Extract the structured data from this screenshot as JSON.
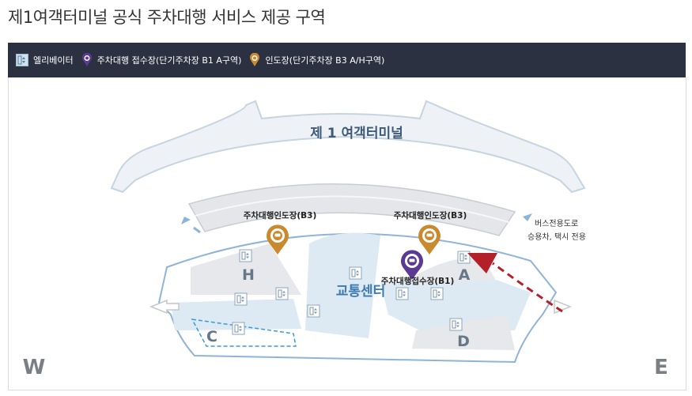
{
  "page_title": "제1여객터미널 공식 주차대행 서비스 제공 구역",
  "legend": {
    "elevator": "엘리베이터",
    "reception": "주차대행 접수장(단기주차장 B1 A구역)",
    "handover": "인도장(단기주차장 B3 A/H구역)"
  },
  "map": {
    "terminal_label": "제 1 여객터미널",
    "transport_center": "교통센터",
    "handover_left": "주차대행인도장(B3)",
    "handover_right": "주차대행인도장(B3)",
    "reception_label": "주차대행접수장(B1)",
    "bus_road_line1": "버스전용도로",
    "bus_road_line2": "승용차, 택시 전용",
    "zones": {
      "h": "H",
      "a": "A",
      "c": "C",
      "d": "D"
    },
    "west": "W",
    "east": "E"
  },
  "colors": {
    "legend_bg": "#2b3140",
    "reception_pin": "#5b3a93",
    "handover_pin": "#c98a2e",
    "arrow": "#b3202a",
    "terminal_fill": "#eef2f6",
    "water_fill": "#dde9f3"
  }
}
